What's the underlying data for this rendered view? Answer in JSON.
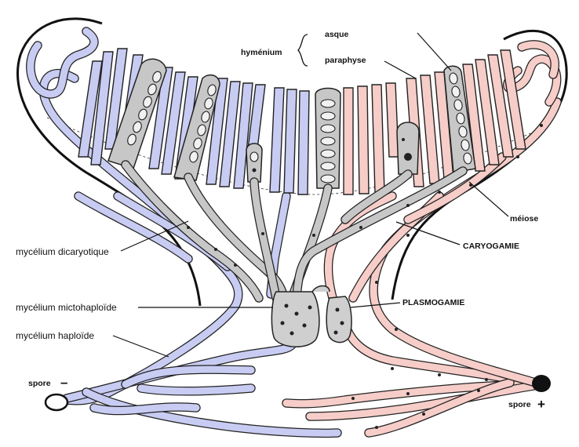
{
  "labels": {
    "hymenium": "hyménium",
    "asque": "asque",
    "paraphyse": "paraphyse",
    "meiose": "méiose",
    "caryogamie": "CARYOGAMIE",
    "plasmogamie": "PLASMOGAMIE",
    "mycelium_dicaryotique": "mycélium dicaryotique",
    "mycelium_mictohaploide": "mycélium mictohaploïde",
    "mycelium_haploide": "mycélium haploïde",
    "spore_minus": "spore",
    "sign_minus": "–",
    "spore_plus": "spore",
    "sign_plus": "+"
  },
  "colors": {
    "mating_type_minus": "#c8ccf2",
    "mating_type_plus": "#f6cdc8",
    "dikaryotic": "#c7c7c7",
    "outline": "#222222"
  }
}
